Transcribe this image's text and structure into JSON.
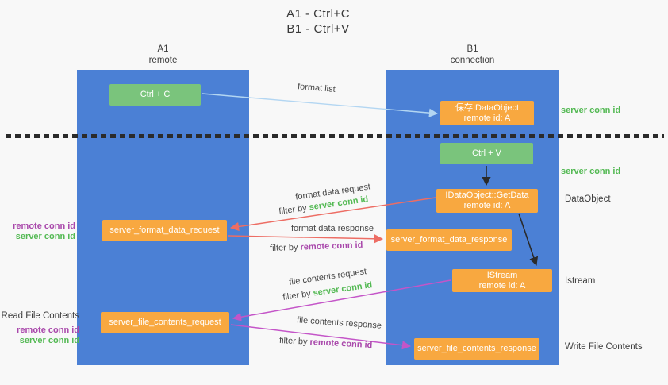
{
  "title": {
    "line1": "A1 - Ctrl+C",
    "line2": "B1 - Ctrl+V"
  },
  "lifelines": {
    "left": {
      "id": "A1",
      "name": "remote"
    },
    "right": {
      "id": "B1",
      "name": "connection"
    }
  },
  "nodes": {
    "ctrl_c": "Ctrl + C",
    "save_idataobject": {
      "line1": "保存IDataObject",
      "line2": "remote id: A"
    },
    "ctrl_v": "Ctrl + V",
    "getdata": {
      "line1": "IDataObject::GetData",
      "line2": "remote id: A"
    },
    "format_data_request": "server_format_data_request",
    "format_data_response": "server_format_data_response",
    "istream": {
      "line1": "IStream",
      "line2": "remote id: A"
    },
    "file_contents_request": "server_file_contents_request",
    "file_contents_response": "server_file_contents_response"
  },
  "annotations": {
    "server_conn_id_top": "server conn id",
    "server_conn_id_mid": "server conn id",
    "dataobject": "DataObject",
    "istream": "Istream",
    "write_file_contents": "Write File Contents",
    "left_group1": {
      "remote": "remote conn id",
      "server": "server conn id"
    },
    "left_group2": {
      "title": "Read File Contents",
      "remote": "remote conn id",
      "server": "server conn id"
    }
  },
  "flow_labels": {
    "format_list": "format list",
    "format_data_request": "format data request",
    "format_data_request_filter": {
      "prefix": "filter by",
      "value": "server conn id"
    },
    "format_data_response": "format data response",
    "format_data_response_filter": {
      "prefix": "filter by",
      "value": "remote conn id"
    },
    "file_contents_request": "file contents request",
    "file_contents_request_filter": {
      "prefix": "filter by",
      "value": "server conn id"
    },
    "file_contents_response": "file contents response",
    "file_contents_response_filter": {
      "prefix": "filter by",
      "value": "remote conn id"
    }
  },
  "colors": {
    "lifeline_column": "#4b80d5",
    "green_box": "#7ac47c",
    "orange_box": "#f8a840",
    "green_text": "#53b953",
    "purple_text": "#a948ab",
    "red_arrow": "#ed6d64",
    "magenta_arrow": "#c455c8",
    "light_blue_arrow": "#b3d6f2",
    "black_arrow": "#2a2a2a"
  }
}
